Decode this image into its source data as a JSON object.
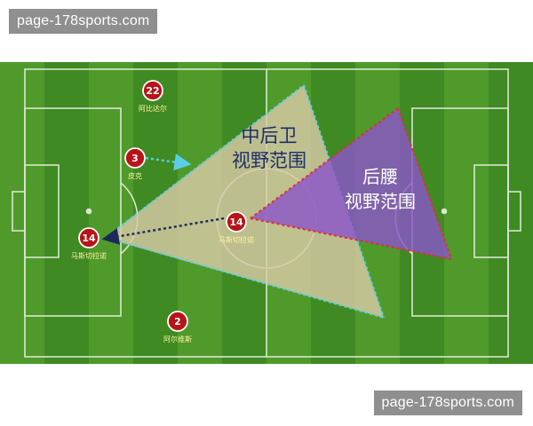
{
  "watermarks": {
    "top": "page-178sports.com",
    "bottom": "page-178sports.com"
  },
  "zones": {
    "cb": {
      "label_line1": "中后卫",
      "label_line2": "视野范围"
    },
    "dm": {
      "label_line1": "后腰",
      "label_line2": "视野范围"
    }
  },
  "players": [
    {
      "number": "22",
      "name": "阿比达尔"
    },
    {
      "number": "3",
      "name": "皮克"
    },
    {
      "number": "14",
      "name": "马斯切拉诺"
    },
    {
      "number": "14",
      "name": "马斯切拉诺"
    },
    {
      "number": "2",
      "name": "阿尔维斯"
    }
  ],
  "colors": {
    "grass_light": "#4f9a2a",
    "grass_dark": "#3f8a22",
    "pitch_lines": "#e8f0e0",
    "cb_zone": "#d8c9a6",
    "dm_zone": "#8a55c8",
    "cb_lines": "#5ad0e6",
    "dm_lines": "#e0303a",
    "player_fill": "#b81418",
    "label_text": "#1e2e6a"
  }
}
